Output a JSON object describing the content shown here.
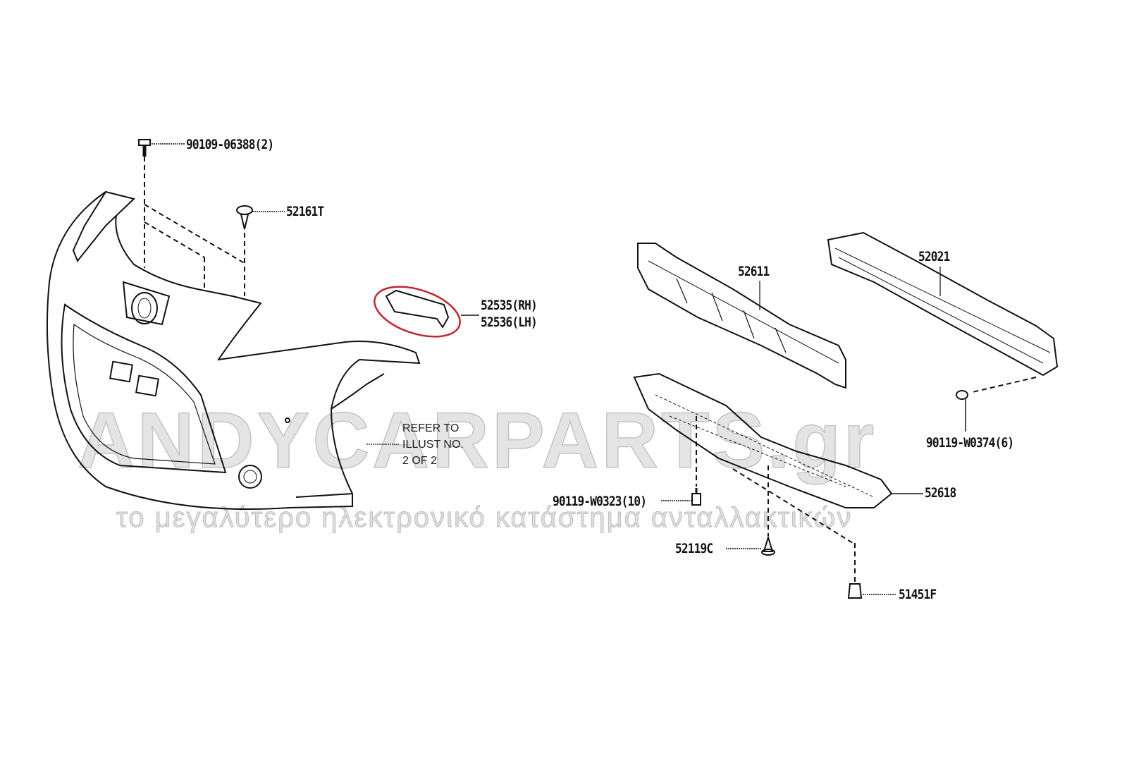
{
  "watermark": {
    "brand": "ANDYCARPARTS.gr",
    "slogan": "το μεγαλύτερο ηλεκτρονικό κατάστημα ανταλλακτικών"
  },
  "parts": {
    "bolt_top": "90109-06388(2)",
    "clip_top": "52161T",
    "bracket_rh": "52535(RH)",
    "bracket_lh": "52536(LH)",
    "absorber": "52611",
    "reinforcement": "52021",
    "bolt_right": "90119-W0374(6)",
    "under_cover": "52618",
    "bolt_under": "90119-W0323(10)",
    "clip_under": "52119C",
    "nut_clip": "51451F"
  },
  "note": {
    "line1": "REFER TO",
    "line2": "ILLUST NO.",
    "line3": "2 OF 2"
  },
  "colors": {
    "highlight": "#c0282d",
    "line": "#111111"
  }
}
